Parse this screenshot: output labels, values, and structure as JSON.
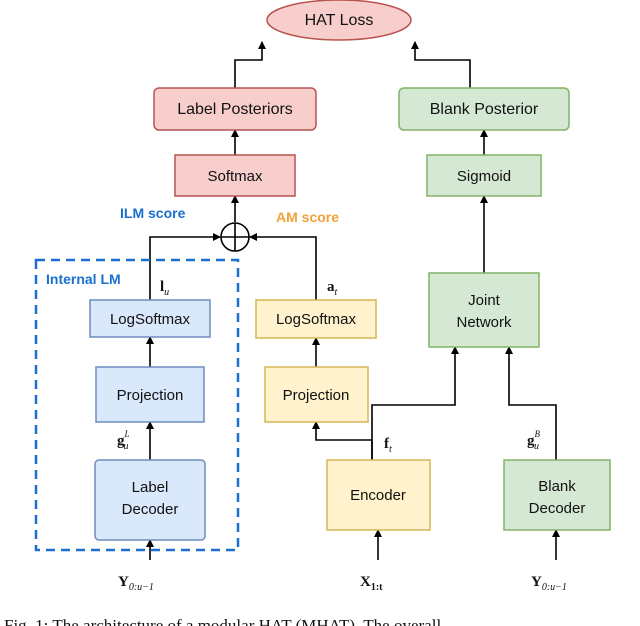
{
  "colors": {
    "red_fill": "#f8cecc",
    "red_stroke": "#b85450",
    "green_fill": "#d5e8d4",
    "green_stroke": "#82b366",
    "blue_fill": "#dae8fc",
    "blue_stroke": "#6c8ebf",
    "yellow_fill": "#fff2cc",
    "yellow_stroke": "#d6b656",
    "ilm_blue": "#1a6fd1",
    "am_orange": "#f2a23a"
  },
  "nodes": {
    "hat_loss": "HAT Loss",
    "label_posteriors": "Label Posteriors",
    "blank_posterior": "Blank Posterior",
    "softmax": "Softmax",
    "sigmoid": "Sigmoid",
    "logsoftmax_ilm": "LogSoftmax",
    "projection_ilm": "Projection",
    "label_decoder_line1": "Label",
    "label_decoder_line2": "Decoder",
    "logsoftmax_am": "LogSoftmax",
    "projection_am": "Projection",
    "encoder": "Encoder",
    "joint_network_line1": "Joint",
    "joint_network_line2": "Network",
    "blank_decoder_line1": "Blank",
    "blank_decoder_line2": "Decoder"
  },
  "labels": {
    "ilm_score": "ILM score",
    "am_score": "AM score",
    "internal_lm": "Internal LM",
    "l_u_base": "l",
    "l_u_sub": "u",
    "a_t_base": "a",
    "a_t_sub": "t",
    "f_t_base": "f",
    "f_t_sub": "t",
    "g_L_base": "g",
    "g_L_sub": "u",
    "g_L_sup": "L",
    "g_B_base": "g",
    "g_B_sub": "u",
    "g_B_sup": "B",
    "y_left_base": "Y",
    "y_left_sub": "0:u−1",
    "x_base": "X",
    "x_sub": "1:t",
    "y_right_base": "Y",
    "y_right_sub": "0:u−1"
  },
  "caption": "Fig. 1: The architecture of a modular HAT (MHAT). The overall"
}
